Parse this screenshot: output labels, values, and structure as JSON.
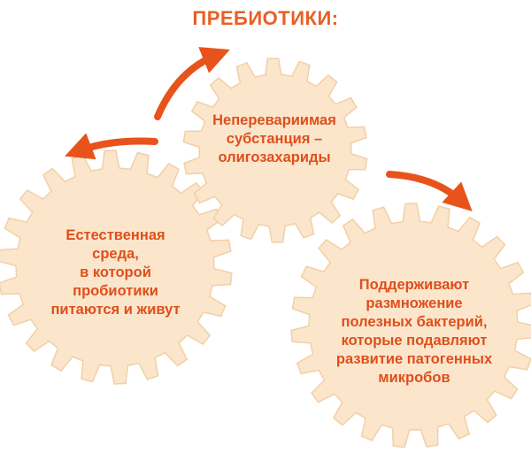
{
  "title": "ПРЕБИОТИКИ:",
  "colors": {
    "gear_fill": "#fbe6cc",
    "gear_stroke": "#f2cfa6",
    "text": "#e04e1b",
    "arrow": "#e8531c"
  },
  "gears": {
    "top": {
      "lines": [
        "Неперевариимая",
        "субстанция –",
        "олигозахариды"
      ]
    },
    "left": {
      "lines": [
        "Естественная",
        "среда,",
        "в которой",
        "пробиотики",
        "питаются и живут"
      ]
    },
    "right": {
      "lines": [
        "Поддерживают",
        "размножение",
        "полезных бактерий,",
        "которые подавляют",
        "развитие патогенных",
        "микробов"
      ]
    }
  }
}
